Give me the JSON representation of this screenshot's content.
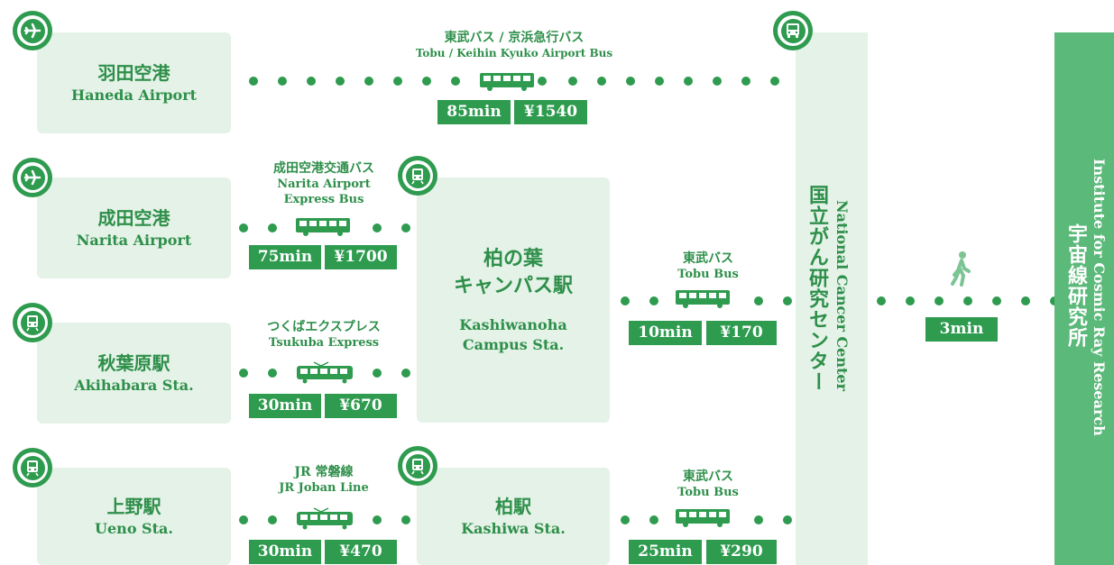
{
  "colors": {
    "green": "#2e9b4f",
    "light": "#e4f2e7",
    "dest": "#5bb97a"
  },
  "origins": [
    {
      "jp": "羽田空港",
      "en": "Haneda Airport",
      "icon": "airplane-icon"
    },
    {
      "jp": "成田空港",
      "en": "Narita Airport",
      "icon": "airplane-icon"
    },
    {
      "jp": "秋葉原駅",
      "en": "Akihabara Sta.",
      "icon": "train-icon"
    },
    {
      "jp": "上野駅",
      "en": "Ueno Sta.",
      "icon": "train-icon"
    }
  ],
  "hubs": {
    "kashiwanoha": {
      "jp_line1": "柏の葉",
      "jp_line2": "キャンパス駅",
      "en_line1": "Kashiwanoha",
      "en_line2": "Campus Sta.",
      "icon": "train-icon"
    },
    "kashiwa": {
      "jp": "柏駅",
      "en": "Kashiwa Sta.",
      "icon": "train-icon"
    }
  },
  "routes": {
    "haneda": {
      "jp": "東武バス / 京浜急行バス",
      "en": "Tobu / Keihin Kyuko Airport Bus",
      "time": "85min",
      "fare": "¥1540",
      "vehicle": "bus-icon"
    },
    "narita": {
      "jp": "成田空港交通バス",
      "en_line1": "Narita Airport",
      "en_line2": "Express Bus",
      "time": "75min",
      "fare": "¥1700",
      "vehicle": "bus-icon"
    },
    "akihabara": {
      "jp": "つくばエクスプレス",
      "en": "Tsukuba Express",
      "time": "30min",
      "fare": "¥670",
      "vehicle": "train-icon"
    },
    "ueno": {
      "jp": "JR 常磐線",
      "en": "JR Joban Line",
      "time": "30min",
      "fare": "¥470",
      "vehicle": "train-icon"
    },
    "kashiwanoha_bus": {
      "jp": "東武バス",
      "en": "Tobu Bus",
      "time": "10min",
      "fare": "¥170",
      "vehicle": "bus-icon"
    },
    "kashiwa_bus": {
      "jp": "東武バス",
      "en": "Tobu Bus",
      "time": "25min",
      "fare": "¥290",
      "vehicle": "bus-icon"
    },
    "walk": {
      "time": "3min",
      "vehicle": "walking-person-icon"
    }
  },
  "cancer_center": {
    "jp": "国立がん研究センター",
    "en": "National Cancer Center",
    "icon": "bus-icon"
  },
  "destination": {
    "jp": "宇宙線研究所",
    "en": "Institute for Cosmic Ray Research"
  }
}
